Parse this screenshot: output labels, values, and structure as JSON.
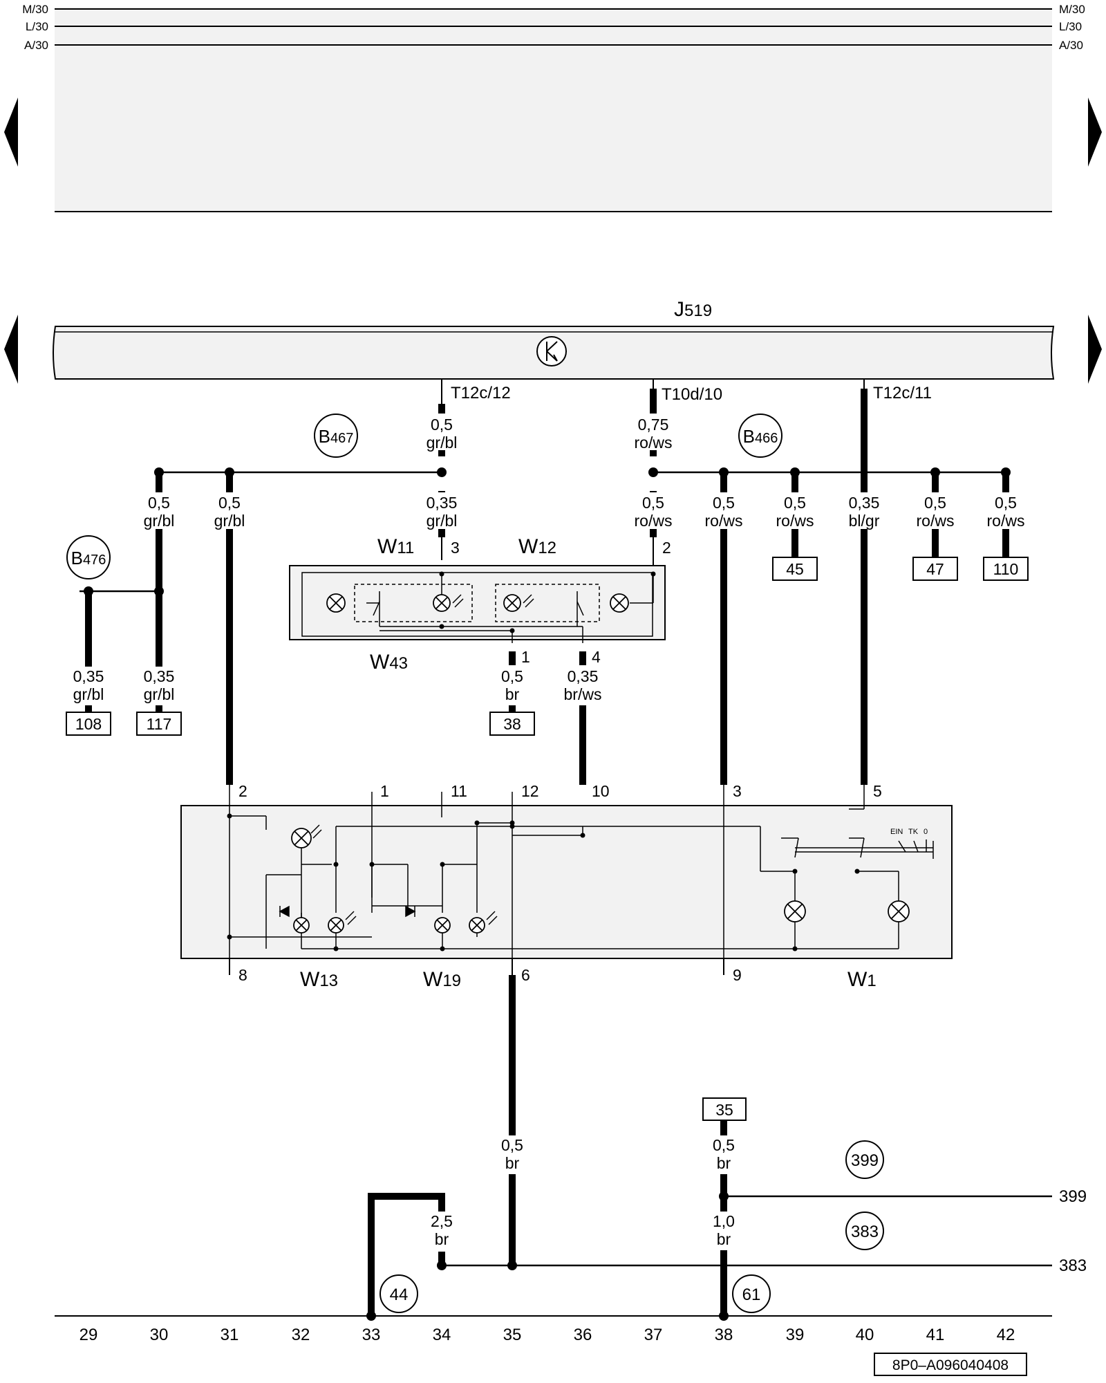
{
  "rails": {
    "left": [
      "M/30",
      "L/30",
      "A/30"
    ],
    "right": [
      "M/30",
      "L/30",
      "A/30"
    ]
  },
  "control_unit": {
    "name": "J",
    "sub": "519"
  },
  "connectors": {
    "t12c_12": "T12c/12",
    "t10d_10": "T10d/10",
    "t12c_11": "T12c/11"
  },
  "junctions": {
    "b467": {
      "main": "B",
      "sub": "467"
    },
    "b466": {
      "main": "B",
      "sub": "466"
    },
    "b476": {
      "main": "B",
      "sub": "476"
    }
  },
  "wires": {
    "w_t12c12": {
      "size": "0,5",
      "color": "gr/bl"
    },
    "w_t10d10": {
      "size": "0,75",
      "color": "ro/ws"
    },
    "w_c1": {
      "size": "0,5",
      "color": "gr/bl"
    },
    "w_c2": {
      "size": "0,5",
      "color": "gr/bl"
    },
    "w_w11": {
      "size": "0,35",
      "color": "gr/bl"
    },
    "w_w12": {
      "size": "0,5",
      "color": "ro/ws"
    },
    "w_col41": {
      "size": "0,5",
      "color": "ro/ws"
    },
    "w_col45": {
      "size": "0,5",
      "color": "ro/ws"
    },
    "w_t12c11": {
      "size": "0,35",
      "color": "bl/gr"
    },
    "w_col47": {
      "size": "0,5",
      "color": "ro/ws"
    },
    "w_col110": {
      "size": "0,5",
      "color": "ro/ws"
    },
    "w_108": {
      "size": "0,35",
      "color": "gr/bl"
    },
    "w_117": {
      "size": "0,35",
      "color": "gr/bl"
    },
    "w_38": {
      "size": "0,5",
      "color": "br"
    },
    "w_brws": {
      "size": "0,35",
      "color": "br/ws"
    },
    "w_pin6": {
      "size": "0,5",
      "color": "br"
    },
    "w_ref35": {
      "size": "0,5",
      "color": "br"
    },
    "w_34": {
      "size": "2,5",
      "color": "br"
    },
    "w_38b": {
      "size": "1,0",
      "color": "br"
    }
  },
  "references": {
    "r45": "45",
    "r47": "47",
    "r110": "110",
    "r108": "108",
    "r117": "117",
    "r38": "38",
    "r35": "35"
  },
  "components": {
    "w11": {
      "main": "W",
      "sub": "11"
    },
    "w12": {
      "main": "W",
      "sub": "12"
    },
    "w43": {
      "main": "W",
      "sub": "43"
    },
    "w13": {
      "main": "W",
      "sub": "13"
    },
    "w19": {
      "main": "W",
      "sub": "19"
    },
    "w1": {
      "main": "W",
      "sub": "1"
    }
  },
  "pins": {
    "w11_3": "3",
    "w12_2": "2",
    "w43_1": "1",
    "w43_4": "4",
    "c_2": "2",
    "c_1": "1",
    "c_11": "11",
    "c_12": "12",
    "c_10": "10",
    "c_3": "3",
    "c_5": "5",
    "c_8": "8",
    "c_6": "6",
    "c_9": "9"
  },
  "switch_positions": {
    "ein": "EIN",
    "tk": "TK",
    "zero": "0"
  },
  "ground_points": {
    "g44": "44",
    "g61": "61"
  },
  "tracks": {
    "t399": "399",
    "t383": "383"
  },
  "track_labels": {
    "t399": "399",
    "t383": "383"
  },
  "columns": [
    "29",
    "30",
    "31",
    "32",
    "33",
    "34",
    "35",
    "36",
    "37",
    "38",
    "39",
    "40",
    "41",
    "42"
  ],
  "footer_code": "8P0–A096040408"
}
